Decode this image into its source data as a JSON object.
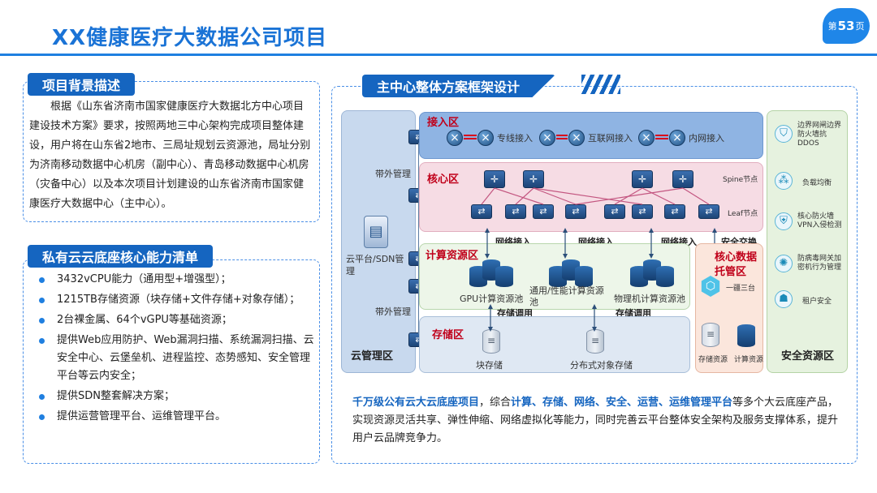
{
  "header": {
    "title": "XX健康医疗大数据公司项目",
    "page_prefix": "第",
    "page_number": "53",
    "page_suffix": "页"
  },
  "background": {
    "tab": "项目背景描述",
    "text": "根据《山东省济南市国家健康医疗大数据北方中心项目建设技术方案》要求，按照两地三中心架构完成项目整体建设，用户将在山东省2地市、三局址规划云资源池，局址分别为济南移动数据中心机房（副中心）、青岛移动数据中心机房（灾备中心）以及本次项目计划建设的山东省济南市国家健康医疗大数据中心（主中心）。"
  },
  "capabilities": {
    "tab": "私有云云底座核心能力清单",
    "items": [
      "3432vCPU能力（通用型+增强型）；",
      "1215TB存储资源（块存储+文件存储+对象存储）；",
      "2台裸金属、64个vGPU等基础资源；",
      "提供Web应用防护、Web漏洞扫描、系统漏洞扫描、云安全中心、云堡垒机、进程监控、态势感知、安全管理平台等云内安全；",
      "提供SDN整套解决方案；",
      "提供运营管理平台、运维管理平台。"
    ]
  },
  "diagram": {
    "tab": "主中心整体方案框架设计",
    "mgmt_zone": {
      "label": "云管理区",
      "oob_top": "带外管理",
      "oob_bottom": "带外管理",
      "sdn": "云平台/SDN管理"
    },
    "access_zone": {
      "label": "接入区",
      "links": [
        "专线接入",
        "互联网接入",
        "内网接入"
      ]
    },
    "core_zone": {
      "label": "核心区",
      "spine": "Spine节点",
      "leaf": "Leaf节点"
    },
    "net_access": [
      "网络接入",
      "网络接入",
      "网络接入"
    ],
    "security_exchange": "安全交换",
    "compute_zone": {
      "label": "计算资源区",
      "pools": [
        "GPU计算资源池",
        "通用/性能计算资源池",
        "物理机计算资源池"
      ],
      "storage_calls": [
        "存储调用",
        "存储调用"
      ]
    },
    "storage_zone": {
      "label": "存储区",
      "items": [
        "块存储",
        "分布式对象存储"
      ]
    },
    "kernel_zone": {
      "label_top": "核心数据",
      "label_bottom": "托管区",
      "item": "一疆三台",
      "storages": [
        "存储资源",
        "计算资源"
      ]
    },
    "security_zone": {
      "label": "安全资源区",
      "items": [
        "边界网闸边界防火墙抗DDOS",
        "负载均衡",
        "核心防火墙VPN入侵检测",
        "防病毒网关加密机行为管理",
        "租户安全"
      ],
      "icons": [
        "firewall-icon",
        "load-balance-icon",
        "shield-icon",
        "antivirus-icon",
        "tenant-icon"
      ]
    },
    "summary": {
      "lead": "千万级公有云大云底座项目",
      "pre_keywords": "，综合",
      "keywords": "计算、存储、网络、安全、运营、运维管理平台",
      "tail": "等多个大云底座产品，实现资源灵活共享、弹性伸缩、网络虚拟化等能力，同时完善云平台整体安全架构及服务支撑体系，提升用户云品牌竞争力。"
    }
  },
  "colors": {
    "accent": "#1f7fe0",
    "tab_blue": "#1565c0",
    "zone_red": "#c0001a",
    "access_fill": "#8fb4e3",
    "core_fill": "#f6dce4",
    "security_fill": "#e6f2df"
  }
}
